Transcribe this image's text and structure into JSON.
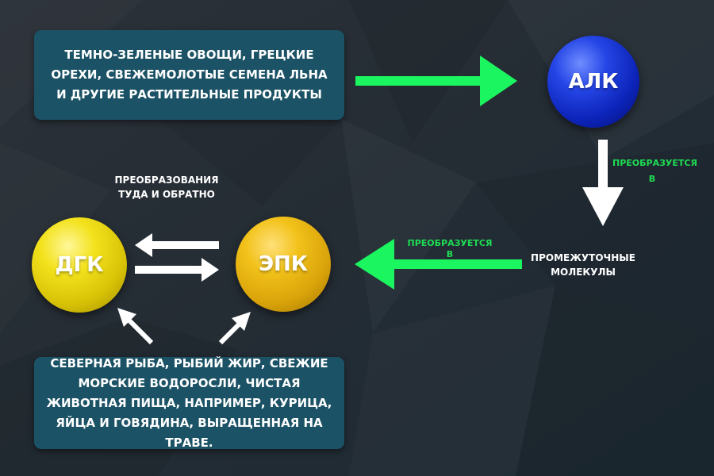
{
  "colors": {
    "background": "#262f37",
    "box_fill": "#1b5266",
    "green_arrow": "#1bf55f",
    "green_text": "#1edc54",
    "white": "#ffffff",
    "blue_ball": "#1a36d6",
    "yellow_ball": "#e8d20f",
    "gold_ball": "#e8b412"
  },
  "sources": {
    "plant": "Темно-зеленые овощи, грецкие орехи, свежемолотые семена льна и другие растительные продукты",
    "animal": "Северная рыба, рыбий жир, свежие морские водоросли, чистая животная пища, например, курица, яйца и говядина, выращенная на траве."
  },
  "nodes": {
    "alk": "АЛК",
    "dgk": "ДГК",
    "epk": "ЭПК",
    "intermediate": "Промежуточные молекулы"
  },
  "labels": {
    "back_and_forth": "Преобразования туда и обратно",
    "converts_to_top": "Преобразуется в",
    "converts_to_mid": "Преобразуется в"
  }
}
